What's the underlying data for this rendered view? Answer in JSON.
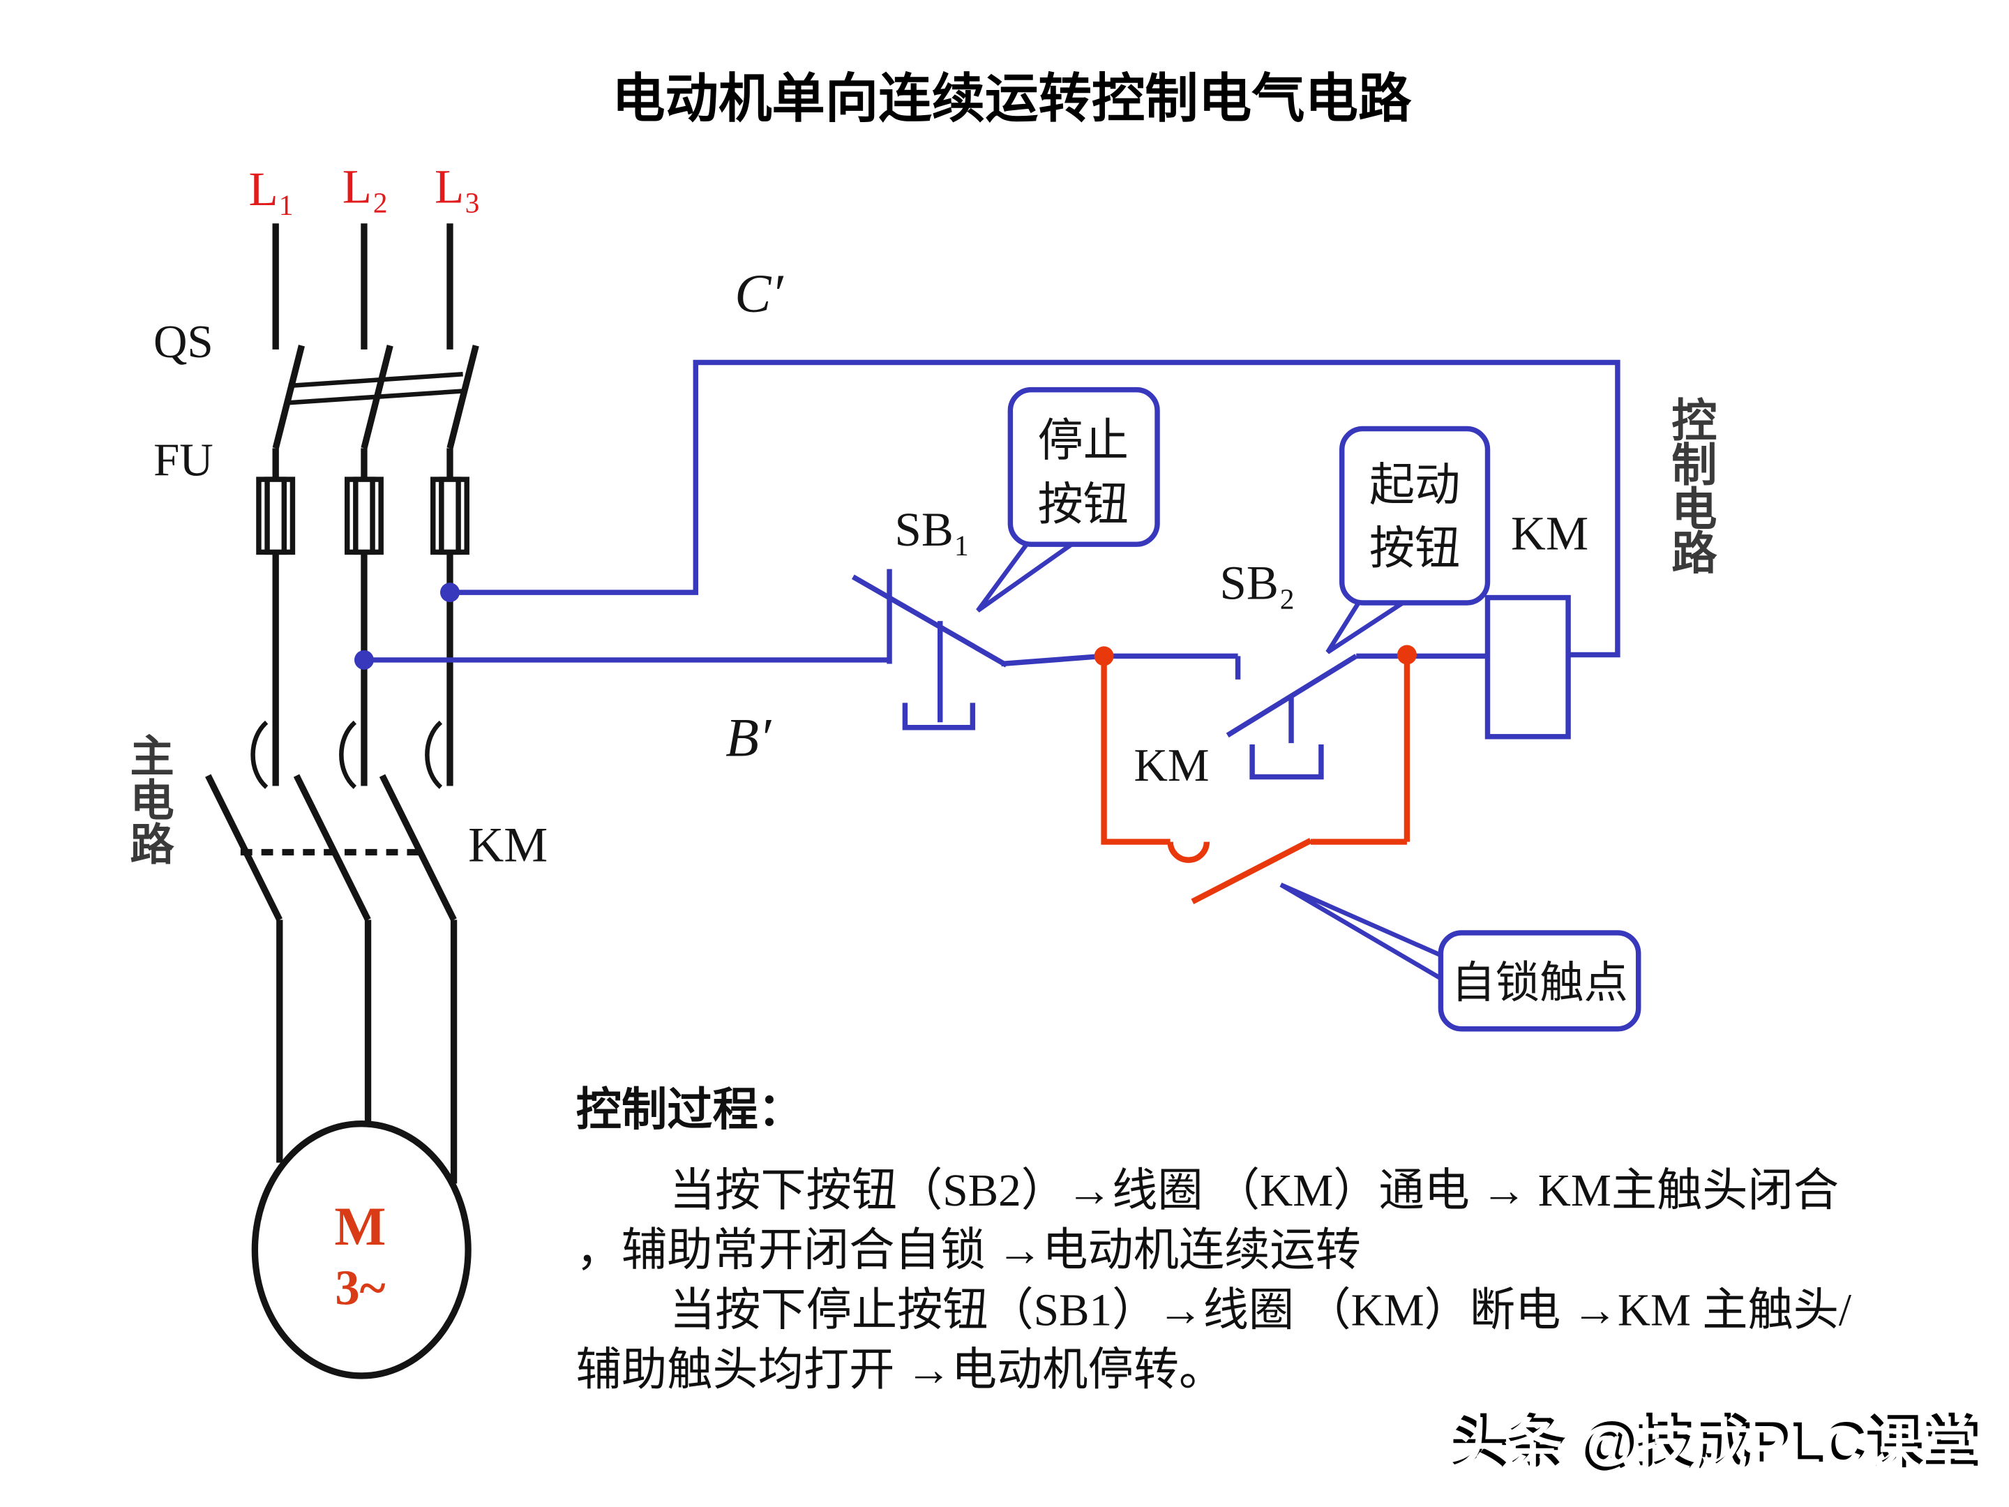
{
  "title": "电动机单向连续运转控制电气电路",
  "colors": {
    "black": "#141414",
    "blue": "#3838bc",
    "red": "#ea380d",
    "label_red": "#e11b1b",
    "motor_red": "#d83b15",
    "gray_label": "#3a3a3a"
  },
  "main_circuit": {
    "phase_labels": [
      "L₁",
      "L₂",
      "L₃"
    ],
    "switch_label": "QS",
    "fuse_label": "FU",
    "contactor_label": "KM",
    "section_chars": [
      "主",
      "电",
      "路"
    ],
    "motor": {
      "letter": "M",
      "phase": "3~"
    }
  },
  "control_circuit": {
    "section_chars": [
      "控",
      "制",
      "电",
      "路"
    ],
    "node_top": "C′",
    "node_bottom": "B′",
    "stop_button_label": "SB₁",
    "start_button_label": "SB₂",
    "aux_contact_label": "KM",
    "coil_label": "KM",
    "callouts": {
      "stop_line1": "停止",
      "stop_line2": "按钮",
      "start_line1": "起动",
      "start_line2": "按钮",
      "selflock": "自锁触点"
    }
  },
  "process_text": {
    "heading": "控制过程：",
    "line1": "当按下按钮（SB2）→线圈 （KM）通电 → KM主触头闭合",
    "line2": "，辅助常开闭合自锁 →电动机连续运转",
    "line3": "当按下停止按钮（SB1）→线圈 （KM）断电 →KM 主触头/",
    "line4": "辅助触头均打开 →电动机停转。"
  },
  "watermark": "头条 @技成PLC课堂"
}
